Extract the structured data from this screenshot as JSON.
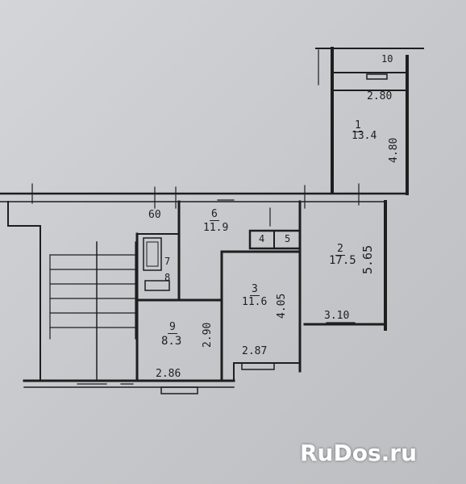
{
  "rooms": [
    {
      "number": "1",
      "area": "13.4"
    },
    {
      "number": "2",
      "area": "17.5"
    },
    {
      "number": "3",
      "area": "11.6"
    },
    {
      "number": "6",
      "area": "11.9"
    },
    {
      "number": "9",
      "area": "8.3"
    }
  ],
  "small_rooms": [
    "4",
    "5",
    "7",
    "8",
    "10"
  ],
  "dimensions": {
    "room1_width": "2.80",
    "room1_length": "4.80",
    "room2_width": "3.10",
    "room2_length": "5.65",
    "room3_width": "2.87",
    "room3_length": "4.05",
    "room9_width": "2.86",
    "room9_length": "2.90",
    "corridor_width": "60"
  },
  "watermark": "RuDos.ru"
}
